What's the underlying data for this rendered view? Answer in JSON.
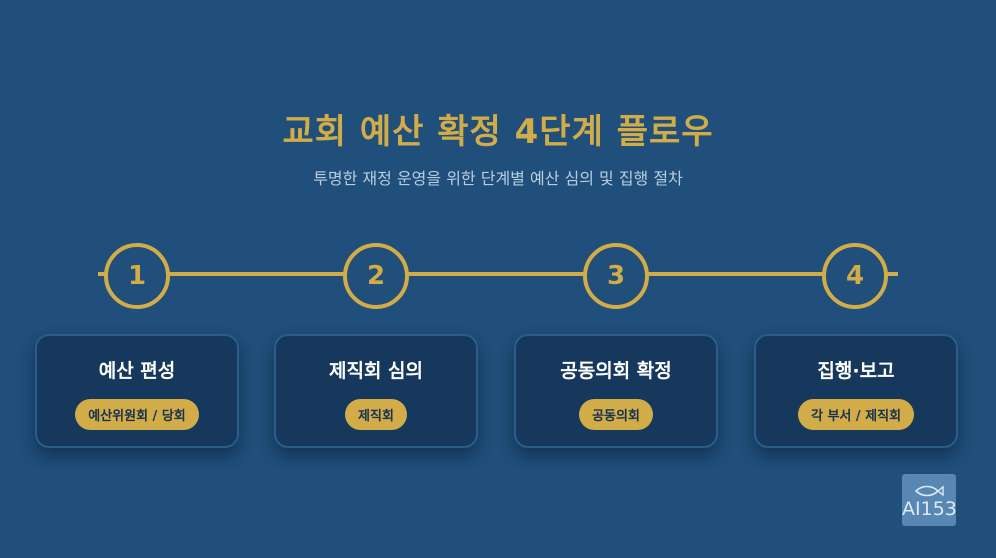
{
  "header": {
    "title": "교회 예산 확정 4단계 플로우",
    "subtitle": "투명한 재정 운영을 위한 단계별 예산 심의 및 집행 절차"
  },
  "steps": [
    {
      "number": "1",
      "title": "예산 편성",
      "badge": "예산위원회 / 당회"
    },
    {
      "number": "2",
      "title": "제직회 심의",
      "badge": "제직회"
    },
    {
      "number": "3",
      "title": "공동의회 확정",
      "badge": "공동의회"
    },
    {
      "number": "4",
      "title": "집행·보고",
      "badge": "각 부서 / 제직회"
    }
  ],
  "logo": {
    "text": "AI153",
    "icon": "fish-icon"
  },
  "colors": {
    "background": "#1f4f7a",
    "accent": "#d2ac48",
    "card": "#15385c",
    "card_border": "#2b5c8a"
  }
}
